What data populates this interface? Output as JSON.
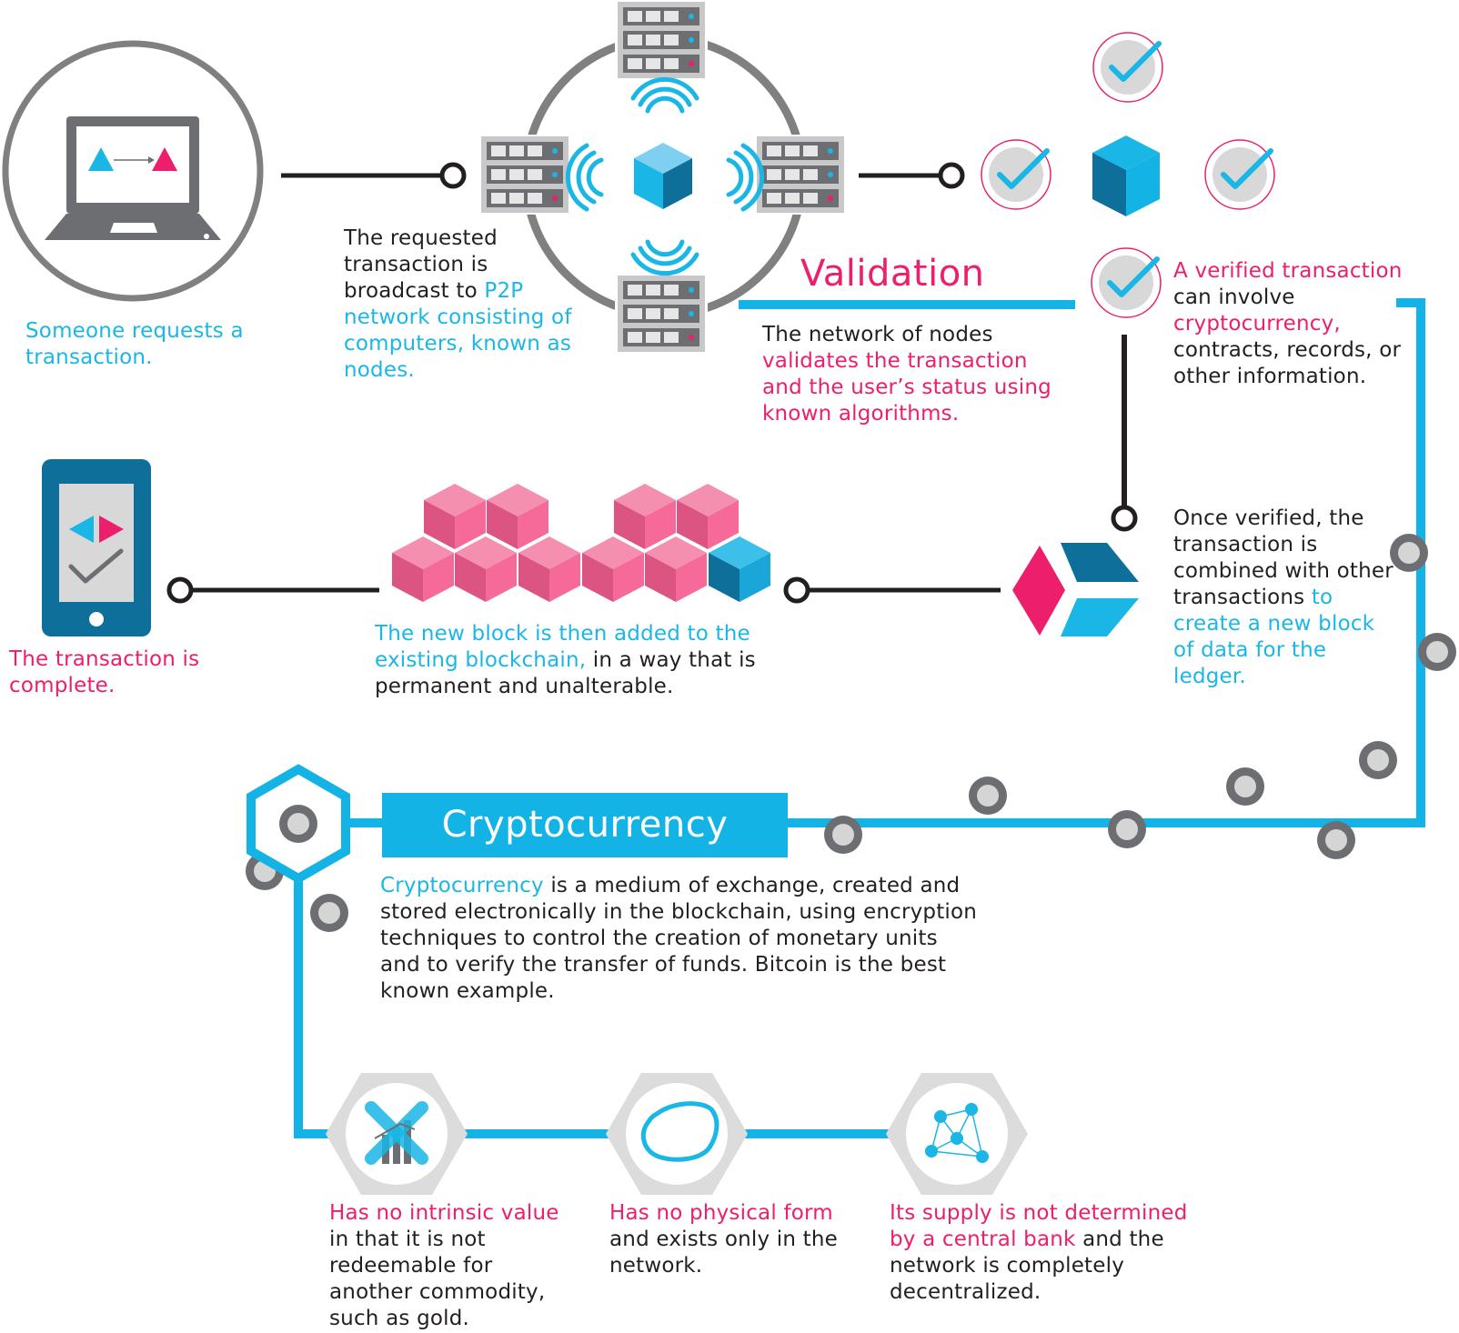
{
  "step1": {
    "text": "Someone requests a transaction."
  },
  "step2": {
    "dark": "The requested transaction is broadcast to ",
    "cyan": "P2P network consisting of computers, known as nodes."
  },
  "validation": {
    "title": "Validation",
    "dark": "The network of nodes ",
    "pink": "validates the transaction and the user’s status using known algorithms."
  },
  "verified": {
    "pink1": "A verified transaction",
    "dark1": " can involve ",
    "pink2": "cryptocurrency,",
    "dark2": " contracts, records, or other information."
  },
  "combined": {
    "dark": "Once verified, the transaction is combined with other transactions ",
    "cyan": "to create a new block of data for the ledger."
  },
  "added": {
    "cyan": "The new block is then added to the existing blockchain,",
    "dark": " in a way that is permanent and unalterable."
  },
  "complete": {
    "text": "The transaction is complete."
  },
  "crypto": {
    "title": "Cryptocurrency",
    "lead": "Cryptocurrency",
    "body": " is a medium of exchange, created and stored electronically in the blockchain, using encryption techniques to control the creation of monetary units and to verify the transfer of funds. Bitcoin is the best known example."
  },
  "features": [
    {
      "pink": "Has no intrinsic value",
      "dark": " in that it is not redeemable for another commodity, such as gold."
    },
    {
      "pink": "Has no physical form",
      "dark": " and exists only in the network."
    },
    {
      "pink": "Its supply is not determined by a central bank",
      "dark": " and the network is completely decentralized."
    }
  ],
  "colors": {
    "cyan": "#1ab7e6",
    "pink": "#ed1e6b",
    "gray": "#808080",
    "dark": "#231f20",
    "blockPink": "#f05a8a",
    "blockBlue": "#1696c8"
  }
}
